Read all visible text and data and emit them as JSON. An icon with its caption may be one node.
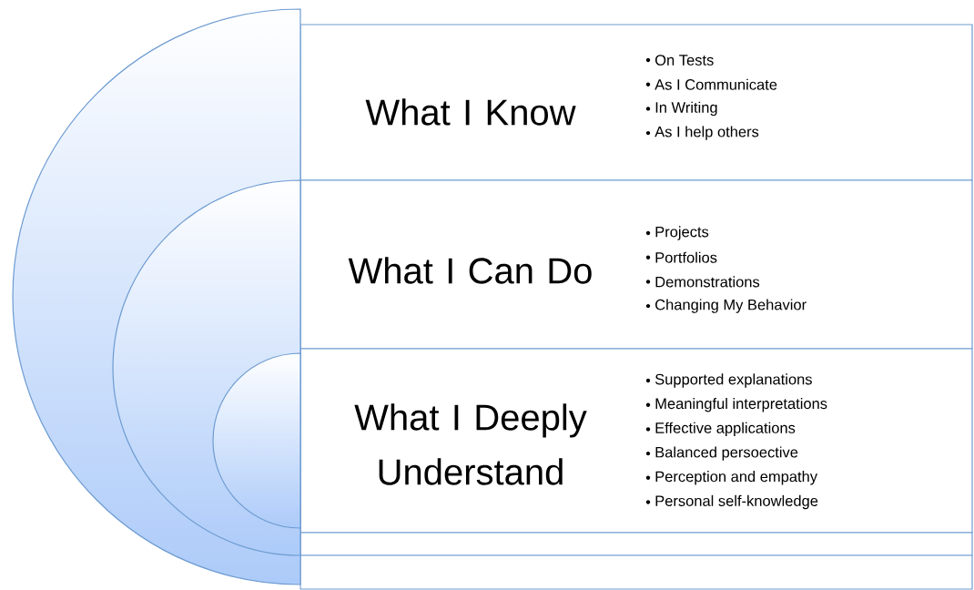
{
  "diagram": {
    "nodes": [
      {
        "text": [],
        "shape": "semicircle"
      },
      {
        "text": [],
        "shape": "semicircle",
        "in": 0
      },
      {
        "text": [],
        "shape": "semicircle",
        "in": 1
      },
      {
        "text": [
          "What I Know",
          "On Tests",
          "As I Communicate",
          "In Writing",
          "As I help others"
        ]
      },
      {
        "text": [
          "What I Can Do",
          "Projects",
          "Portfolios",
          "Demonstrations",
          "Changing My Behavior"
        ]
      },
      {
        "text": [
          "What I Deeply Understand",
          "Supported explanations",
          "Meaningful interpretations",
          "Effective applications",
          "Balanced persoective",
          "Perception and empathy",
          "Personal self-knowledge"
        ]
      },
      {
        "text": [],
        "shape": "box"
      },
      {
        "text": [],
        "shape": "box"
      }
    ]
  }
}
